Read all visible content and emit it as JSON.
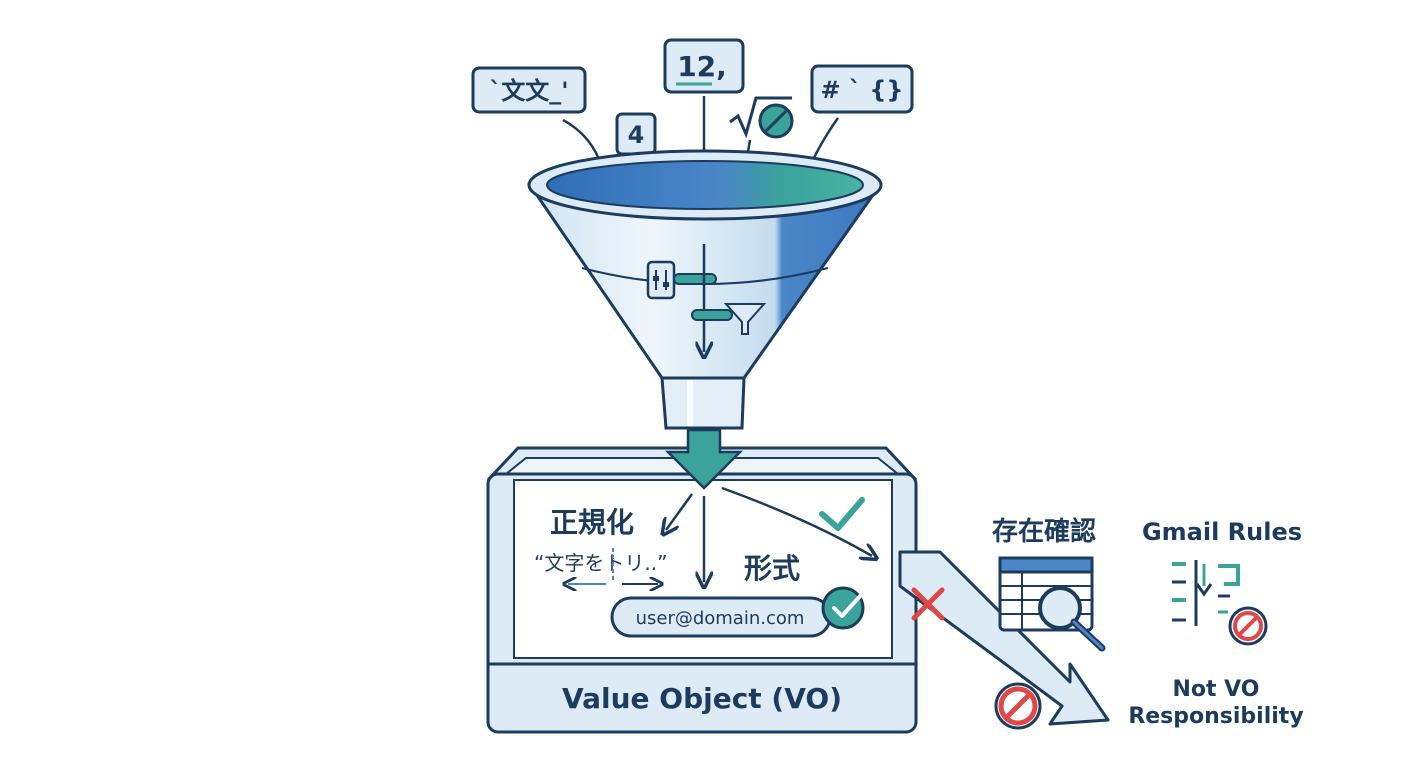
{
  "inputs": {
    "tag_text": "`文文_'",
    "tag_number": "4",
    "tag_mixed": "12,",
    "tag_symbols": "# ` {}"
  },
  "vo": {
    "title": "Value Object (VO)",
    "normalize_label": "正規化",
    "trim_example": "“文字をトリ..”",
    "format_label": "形式",
    "email_value": "user@domain.com"
  },
  "external": {
    "existence_check_label": "存在確認",
    "gmail_rules_label": "Gmail Rules",
    "not_vo_line1": "Not VO",
    "not_vo_line2": "Responsibility"
  },
  "colors": {
    "outline": "#1d3b5c",
    "light_blue": "#dcebf5",
    "mid_blue": "#4a86c8",
    "teal": "#3aa39a",
    "red": "#e04848"
  }
}
